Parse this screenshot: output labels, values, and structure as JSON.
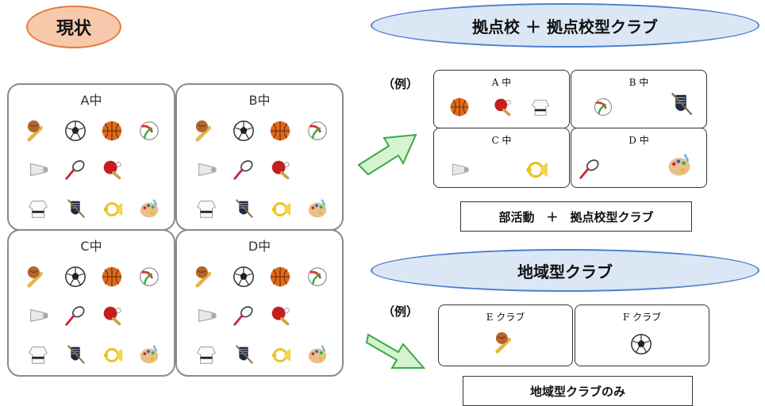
{
  "status_label": "現状",
  "banner_hub": "拠点校 ＋ 拠点校型クラブ",
  "banner_regional": "地域型クラブ",
  "current_schools": [
    {
      "label": "A中"
    },
    {
      "label": "B中"
    },
    {
      "label": "C中"
    },
    {
      "label": "D中"
    }
  ],
  "example_label": "（例）",
  "hub_schools": [
    {
      "label": "A 中"
    },
    {
      "label": "B 中"
    },
    {
      "label": "C 中"
    },
    {
      "label": "D 中"
    }
  ],
  "hub_caption": "部活動　＋　拠点校型クラブ",
  "regional_clubs": [
    {
      "label": "E クラブ"
    },
    {
      "label": "F クラブ"
    }
  ],
  "regional_caption": "地域型クラブのみ",
  "icon_set": [
    "baseball-icon",
    "soccer-ball-icon",
    "basketball-icon",
    "volleyball-icon",
    "shuttlecock-icon",
    "tennis-racket-icon",
    "table-tennis-icon",
    "judo-gi-icon",
    "kendo-icon",
    "horn-icon",
    "palette-icon"
  ],
  "colors": {
    "status_fill": "#f7c9ac",
    "status_border": "#e87a3b",
    "banner_fill": "#dce7f5",
    "banner_border": "#4d7fd0",
    "arrow_fill": "#d6f3cf",
    "arrow_border": "#3aa84a"
  }
}
